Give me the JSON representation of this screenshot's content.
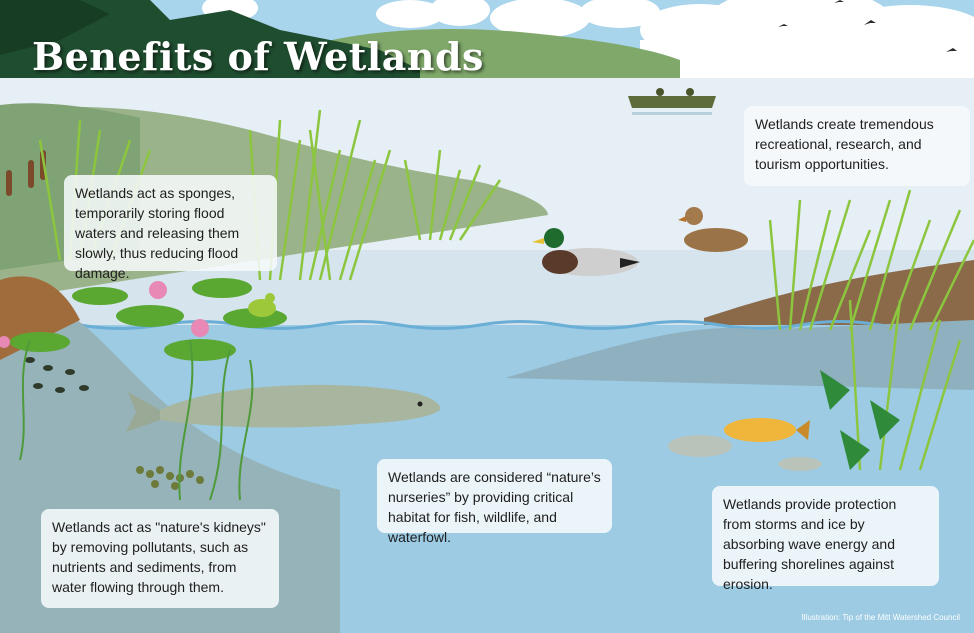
{
  "title": "Benefits of Wetlands",
  "callouts": {
    "sponges": "Wetlands act as sponges, temporarily storing flood waters and releasing them slowly, thus reducing flood damage.",
    "tourism": "Wetlands create tremendous recreational, research, and tourism opportunities.",
    "nurseries": "Wetlands are considered “nature’s nurseries” by providing critical habitat for fish, wildlife, and waterfowl.",
    "kidneys": "Wetlands act as \"nature's kidneys\" by removing pollutants, such as nutrients and sediments, from water flowing through them.",
    "storms": "Wetlands provide protection from storms and ice by absorbing wave energy and buffering shorelines against erosion."
  },
  "credit": "Illustration: Tip of the Mitt Watershed Council",
  "colors": {
    "sky": "#a8d4ec",
    "forest_dark": "#1f4d2f",
    "water_surface": "#e6eff5",
    "water_under": "#9ccbe3",
    "grass": "#8cc63f",
    "shore": "#8b6a4a",
    "lily_pad": "#5aa832",
    "lily_flower": "#e889b5"
  }
}
